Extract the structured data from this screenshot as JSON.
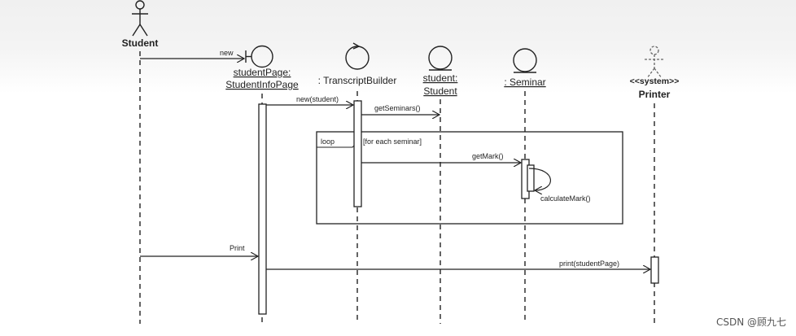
{
  "participants": {
    "student": {
      "label": "Student"
    },
    "student_page": {
      "name": "studentPage:",
      "type": "StudentInfoPage"
    },
    "transcript_builder": {
      "label": ": TranscriptBuilder"
    },
    "student_entity": {
      "name": "student:",
      "type": "Student"
    },
    "seminar": {
      "label": ": Seminar"
    },
    "printer": {
      "stereotype": "<<system>>",
      "label": "Printer"
    }
  },
  "messages": {
    "new": "new",
    "new_student": "new(student)",
    "get_seminars": "getSeminars()",
    "get_mark": "getMark()",
    "calculate_mark": "calculateMark()",
    "print": "Print",
    "print_student_page": "print(studentPage)"
  },
  "loop": {
    "keyword": "loop",
    "guard": "[for each seminar]"
  },
  "watermark": "CSDN @顾九七"
}
